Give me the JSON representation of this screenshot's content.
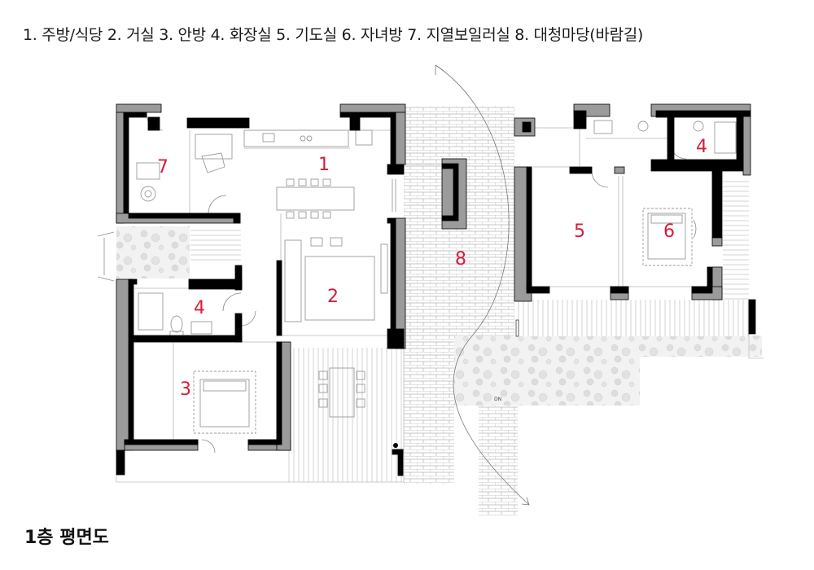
{
  "legend": "1. 주방/식당  2. 거실  3. 안방  4. 화장실  5. 기도실  6. 자녀방  7. 지열보일러실  8. 대청마당(바람길)",
  "caption": "1층 평면도",
  "rooms": [
    {
      "id": "kitchen-dining",
      "number": "1"
    },
    {
      "id": "living-room",
      "number": "2"
    },
    {
      "id": "master-bedroom",
      "number": "3"
    },
    {
      "id": "bathroom-main",
      "number": "4"
    },
    {
      "id": "bathroom-annex",
      "number": "4"
    },
    {
      "id": "prayer-room",
      "number": "5"
    },
    {
      "id": "children-room",
      "number": "6"
    },
    {
      "id": "boiler-room",
      "number": "7"
    },
    {
      "id": "courtyard",
      "number": "8"
    }
  ],
  "stair_label": "DN",
  "colors": {
    "wall_fill": "#9b9b9b",
    "wall_edge": "#000000",
    "room_number": "#d41e3a"
  }
}
